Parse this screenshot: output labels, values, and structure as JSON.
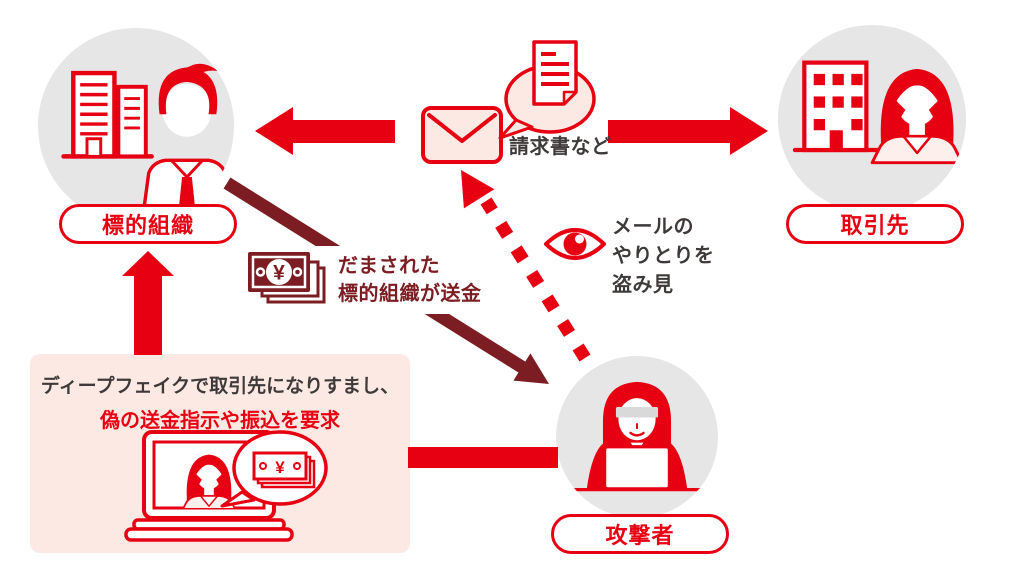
{
  "colors": {
    "red": "#e60012",
    "dark_red": "#7b1d22",
    "pink": "#fce9e4",
    "circle_gray": "#e6e6e6",
    "text_dark": "#3e3a39",
    "visor_gray": "#d9d9d9",
    "blouse_pink": "#fdf0ec"
  },
  "nodes": {
    "target_org": {
      "label": "標的組織"
    },
    "partner": {
      "label": "取引先"
    },
    "attacker": {
      "label": "攻撃者"
    }
  },
  "email": {
    "caption": "請求書など"
  },
  "eavesdrop": {
    "line1": "メールの",
    "line2": "やりとりを",
    "line3": "盗み見"
  },
  "remittance": {
    "line1": "だまされた",
    "line2": "標的組織が送金"
  },
  "deepfake_box": {
    "line1": "ディープフェイクで取引先になりすまし、",
    "line2": "偽の送金指示や振込を要求"
  },
  "money": {
    "yen": "¥"
  }
}
